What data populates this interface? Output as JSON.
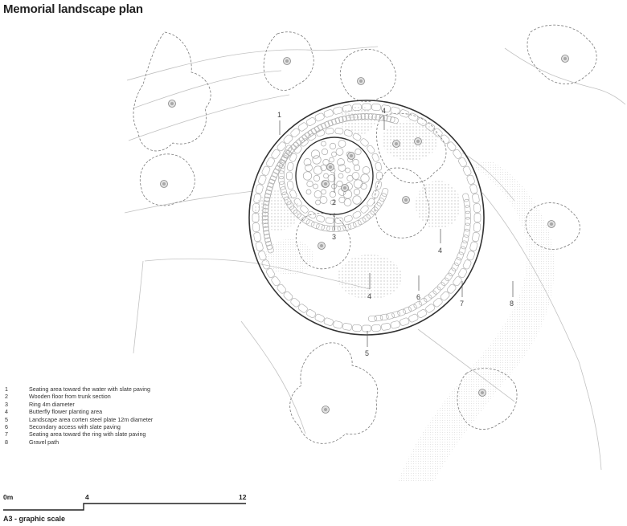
{
  "title": "Memorial landscape plan",
  "legend": [
    {
      "num": "1",
      "text": "Seating area toward the water with slate paving"
    },
    {
      "num": "2",
      "text": "Wooden floor from trunk section"
    },
    {
      "num": "3",
      "text": "Ring 4m diameter"
    },
    {
      "num": "4",
      "text": "Butterfly flower planting area"
    },
    {
      "num": "5",
      "text": "Landscape area corten steel plate 12m diameter"
    },
    {
      "num": "6",
      "text": "Secondary access with slate paving"
    },
    {
      "num": "7",
      "text": "Seating area toward the ring with slate paving"
    },
    {
      "num": "8",
      "text": "Gravel path"
    }
  ],
  "callouts": [
    "1",
    "2",
    "3",
    "4",
    "4",
    "4",
    "4",
    "5",
    "6",
    "7",
    "8"
  ],
  "scale": {
    "ticks": [
      "0m",
      "4",
      "12"
    ],
    "title": "A3 - graphic scale"
  },
  "colors": {
    "line": "#333333",
    "dashed": "#777777",
    "faint": "#bbbbbb",
    "tree": "#9a9a9a"
  }
}
